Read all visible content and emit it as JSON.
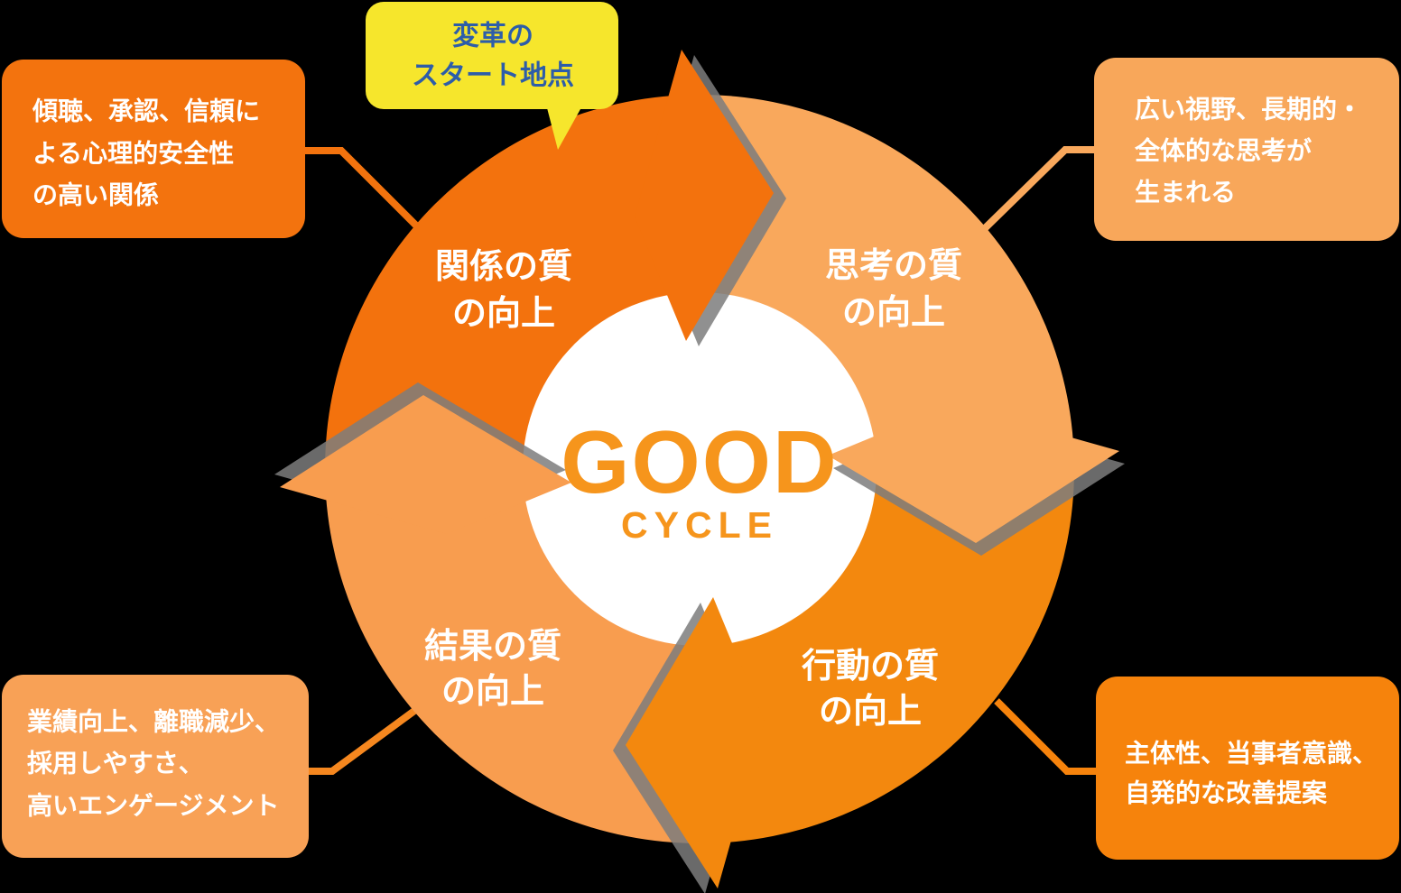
{
  "background_color": "#000000",
  "center_circle_color": "#FFFFFF",
  "shadow_color": "#7D7D7D",
  "title": {
    "main": "GOOD",
    "sub": "CYCLE",
    "color": "#F6951C"
  },
  "start_bubble": {
    "line1": "変革の",
    "line2": "スタート地点",
    "bg_color": "#F6E62C",
    "text_color": "#2D5DA9"
  },
  "segments": [
    {
      "key": "relationship",
      "line1": "関係の質",
      "line2": "の向上",
      "color": "#F3720D"
    },
    {
      "key": "thinking",
      "line1": "思考の質",
      "line2": "の向上",
      "color": "#F9A85C"
    },
    {
      "key": "action",
      "line1": "行動の質",
      "line2": "の向上",
      "color": "#F3880E"
    },
    {
      "key": "result",
      "line1": "結果の質",
      "line2": "の向上",
      "color": "#F89D4F"
    }
  ],
  "callouts": [
    {
      "key": "top-left",
      "lines": [
        "傾聴、承認、信頼に",
        "よる心理的安全性",
        "の高い関係"
      ],
      "box_color": "#F3730E",
      "line_color": "#F3730E",
      "text_color": "#FFFFFF"
    },
    {
      "key": "top-right",
      "lines": [
        "広い視野、長期的・",
        "全体的な思考が",
        "生まれる"
      ],
      "box_color": "#F8A75A",
      "line_color": "#F9A85C",
      "text_color": "#FFFFFF"
    },
    {
      "key": "bottom-right",
      "lines": [
        "主体性、当事者意識、",
        "自発的な改善提案"
      ],
      "box_color": "#F6830C",
      "line_color": "#F6830C",
      "text_color": "#FFFFFF"
    },
    {
      "key": "bottom-left",
      "lines": [
        "業績向上、離職減少、",
        "採用しやすさ、",
        "高いエンゲージメント"
      ],
      "box_color": "#F8A156",
      "line_color": "#F5871F",
      "text_color": "#FFFFFF"
    }
  ]
}
